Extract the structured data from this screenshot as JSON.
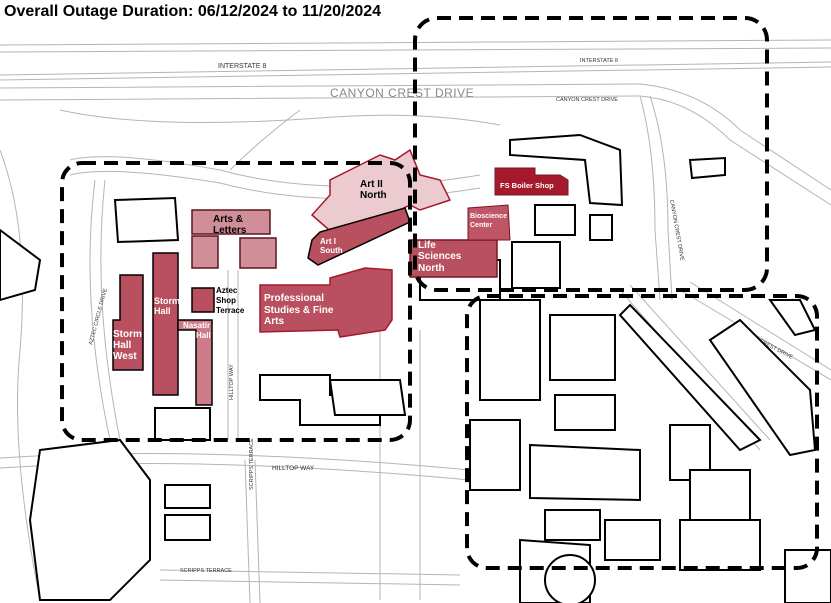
{
  "title": "Overall Outage Duration: 06/12/2024 to 11/20/2024",
  "colors": {
    "affected_dark": "#b9505f",
    "affected_light": "#eccbd0",
    "affected_mid": "#cf8e98",
    "boiler_shop": "#a5192d",
    "zone_outline": "#000000"
  },
  "streets": {
    "interstate_main": "INTERSTATE 8",
    "interstate_small": "INTERSTATE 8",
    "canyon_crest_main": "CANYON CREST DRIVE",
    "canyon_crest_small": "CANYON CREST DRIVE",
    "canyon_crest_vertical": "CANYON CREST DRIVE",
    "canyon_crest_east": "CANYON CREST DRIVE",
    "hilltop_way": "HILLTOP WAY",
    "hilltop_way_vertical": "HILLTOP WAY",
    "scripps_terrace": "SCRIPPS TERRACE",
    "scripps_terrace_vertical": "SCRIPPS TERRACE",
    "aztec_circle_drive": "AZTEC CIRCLE DRIVE"
  },
  "buildings": [
    {
      "name": "Art II North",
      "lines": [
        "Art II",
        "North"
      ],
      "status": "affected"
    },
    {
      "name": "Art I South",
      "lines": [
        "Art I",
        "South"
      ],
      "status": "affected"
    },
    {
      "name": "Arts & Letters",
      "lines": [
        "Arts &",
        "Letters"
      ],
      "status": "affected"
    },
    {
      "name": "Storm Hall West",
      "lines": [
        "Storm",
        "Hall",
        "West"
      ],
      "status": "affected"
    },
    {
      "name": "Storm Hall",
      "lines": [
        "Storm",
        "Hall"
      ],
      "status": "affected"
    },
    {
      "name": "Nasatir Hall",
      "lines": [
        "Nasatir",
        "Hall"
      ],
      "status": "affected"
    },
    {
      "name": "Aztec Shop Terrace",
      "lines": [
        "Aztec",
        "Shop",
        "Terrace"
      ],
      "status": "affected"
    },
    {
      "name": "Professional Studies & Fine Arts",
      "lines": [
        "Professional",
        "Studies & Fine",
        "Arts"
      ],
      "status": "affected"
    },
    {
      "name": "Life Sciences North",
      "lines": [
        "Life",
        "Sciences",
        "North"
      ],
      "status": "affected"
    },
    {
      "name": "Bioscience Center",
      "lines": [
        "Bioscience",
        "Center"
      ],
      "status": "affected"
    },
    {
      "name": "FS Boiler Shop",
      "lines": [
        "FS Boiler Shop"
      ],
      "status": "affected"
    }
  ]
}
